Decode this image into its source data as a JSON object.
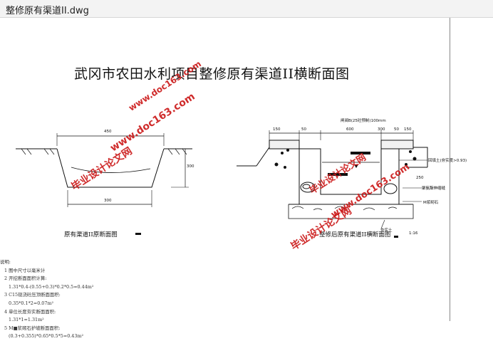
{
  "window": {
    "title": "整修原有渠道II.dwg"
  },
  "drawing": {
    "title": "武冈市农田水利项目整修原有渠道II横断面图",
    "left_section": {
      "caption": "原有渠道II原断面图",
      "dims": {
        "top": "450",
        "bottom": "300",
        "height": "300"
      }
    },
    "right_section": {
      "caption": "整修后原有渠道II横断面图",
      "scale": "1:16",
      "dims": {
        "d150a": "150",
        "d50": "50",
        "d600": "600",
        "d300": "300",
        "d50b": "50",
        "d150b": "150",
        "d250": "250"
      },
      "top_note": "闸阀B(25砼预制)100mm",
      "labels": {
        "soil": "回填土(夯实度>0.93)",
        "joint": "聚氨酯伸缩缝",
        "masonry": "M浆砌石",
        "base": "夯实土"
      }
    },
    "watermarks": [
      {
        "text": "www.doc163.com"
      },
      {
        "text": "毕业设计论文网"
      },
      {
        "text": "毕业设计论文网"
      },
      {
        "text": "www.doc163.com"
      },
      {
        "text": "毕业设计论文网"
      },
      {
        "text": "www.doc163.com"
      }
    ],
    "notes": {
      "heading": "说明:",
      "lines": [
        "1 图中尺寸以毫米计",
        "2 开挖断面面积计算:",
        "1.31*0.4-(0.55+0.3)*0.2*0.5=0.44m²",
        "3 C15现浇砼压顶断面面积:",
        "0.35*0.1*2=0.07m²",
        "4 单位长度夯实断面面积:",
        "1.31*1=1.31m²",
        "5 M■浆砌石护坡断面面积:",
        "(0.3+0.355)*0.65*0.5*5=0.43m²"
      ]
    },
    "colors": {
      "watermark": "#cc1a1a",
      "line": "#111111"
    }
  }
}
